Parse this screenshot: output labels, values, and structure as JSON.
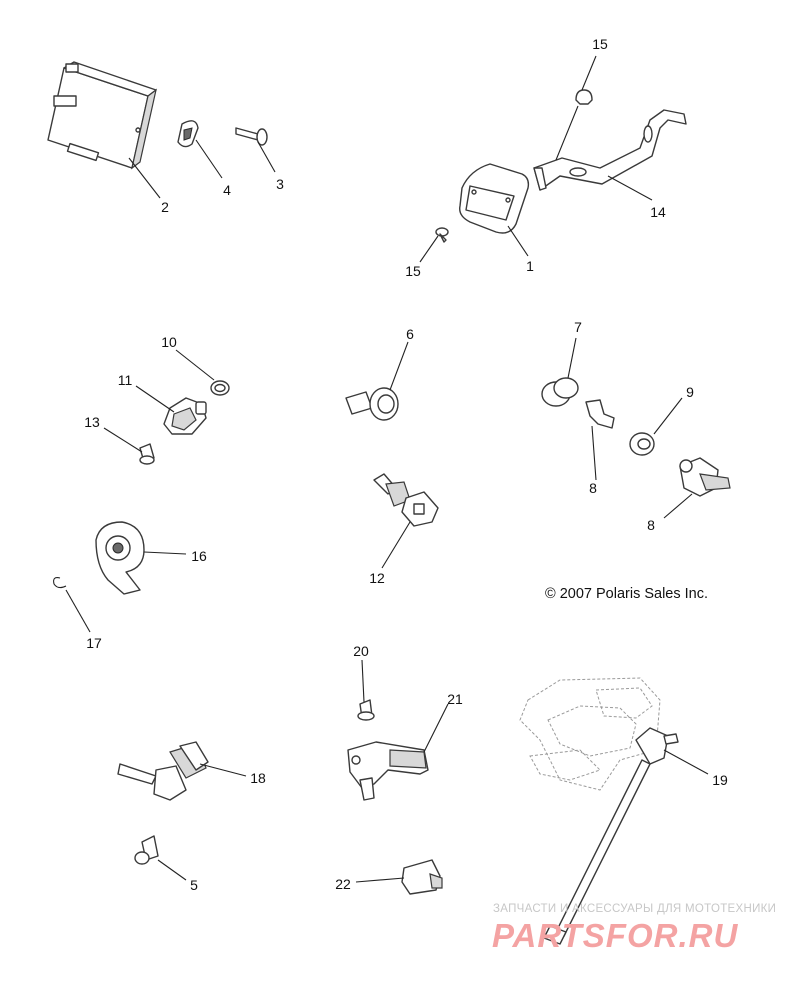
{
  "diagram": {
    "copyright": "© 2007 Polaris Sales Inc.",
    "watermark_line1": "ЗАПЧАСТИ И АКСЕССУАРЫ ДЛЯ МОТОТЕХНИКИ",
    "watermark_line2": "PARTSFOR.RU",
    "callouts": {
      "c1": "1",
      "c2": "2",
      "c3": "3",
      "c4": "4",
      "c5": "5",
      "c6": "6",
      "c7": "7",
      "c8a": "8",
      "c8b": "8",
      "c9": "9",
      "c10": "10",
      "c11": "11",
      "c12": "12",
      "c13": "13",
      "c14": "14",
      "c15a": "15",
      "c15b": "15",
      "c16": "16",
      "c17": "17",
      "c18": "18",
      "c19": "19",
      "c20": "20",
      "c21": "21",
      "c22": "22"
    }
  }
}
